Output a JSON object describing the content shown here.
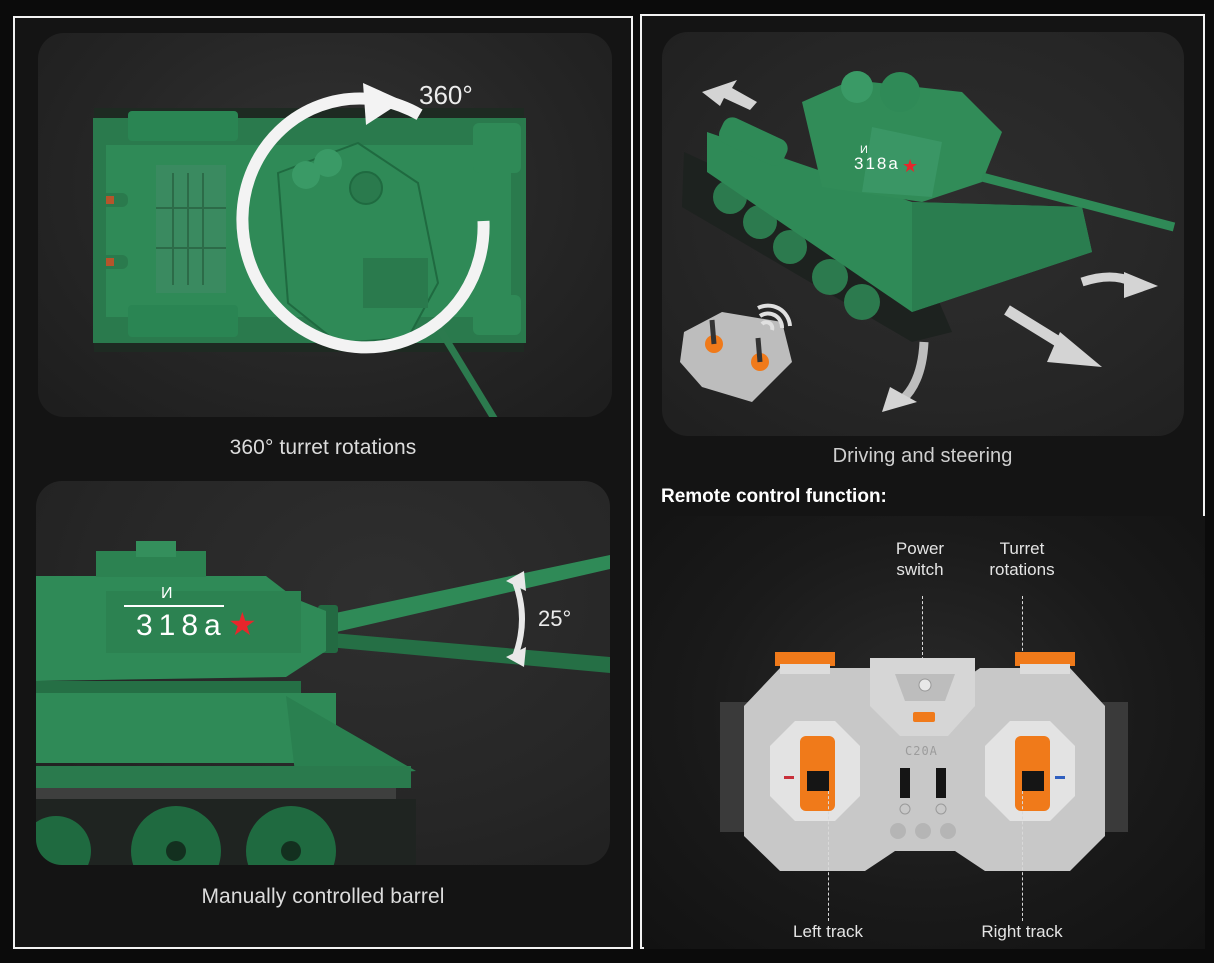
{
  "panels": {
    "top_left": {
      "caption": "360° turret rotations",
      "badge": "360°"
    },
    "bottom_left": {
      "caption": "Manually controlled barrel",
      "badge": "25°",
      "decal": {
        "letter": "И",
        "number": "318a"
      }
    },
    "top_right": {
      "caption": "Driving and steering",
      "decal": {
        "letter": "И",
        "number": "318a"
      }
    },
    "remote": {
      "title": "Remote control function:",
      "labels": {
        "power_switch": [
          "Power",
          "switch"
        ],
        "turret_rotations": [
          "Turret",
          "rotations"
        ],
        "left_track": "Left track",
        "right_track": "Right track"
      },
      "model_marking": "C20A"
    }
  },
  "colors": {
    "background": "#0b0b0b",
    "frame_border": "#f2f2f2",
    "tank_green": "#2f8a57",
    "tank_green_dark": "#1f6a40",
    "star_red": "#e8262b",
    "remote_grey": "#c9c9c9",
    "remote_orange": "#f07a1a"
  },
  "icons": {
    "rotation_arrow": "circular-arrow-icon",
    "pivot_arrow": "double-arrow-icon",
    "wireless": "wifi-signal-icon",
    "star": "red-star-icon"
  }
}
